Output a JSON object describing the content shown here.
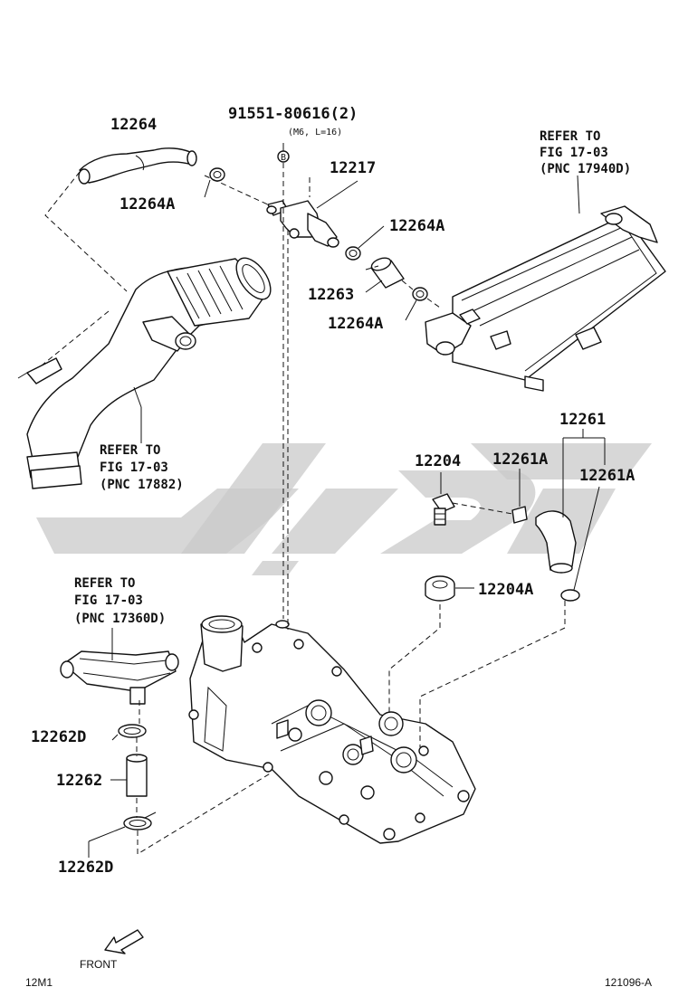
{
  "diagram": {
    "labels": {
      "hose_12264": "12264",
      "clamp_12264A_left": "12264A",
      "bolt_part": "91551-80616(2)",
      "bolt_spec": "(M6, L=16)",
      "bolt_marker": "B",
      "valve_12217": "12217",
      "clamp_12264A_right_top": "12264A",
      "hose_12263": "12263",
      "clamp_12264A_right_bottom": "12264A",
      "refer_canister_line1": "REFER TO",
      "refer_canister_line2": "FIG 17-03",
      "refer_canister_line3": "(PNC 17940D)",
      "refer_intake_line1": "REFER TO",
      "refer_intake_line2": "FIG 17-03",
      "refer_intake_line3": "(PNC 17882)",
      "hose_12261": "12261",
      "pcv_12204": "12204",
      "clamp_12261A_left": "12261A",
      "clamp_12261A_right": "12261A",
      "grommet_12204A": "12204A",
      "refer_pipe_line1": "REFER TO",
      "refer_pipe_line2": "FIG 17-03",
      "refer_pipe_line3": "(PNC 17360D)",
      "clamp_12262D_top": "12262D",
      "hose_12262": "12262",
      "clamp_12262D_bottom": "12262D",
      "front_arrow_label": "FRONT",
      "code_left": "12M1",
      "code_right": "121096-A"
    },
    "watermark_color": "#c9c9c9",
    "line_color": "#111111"
  }
}
